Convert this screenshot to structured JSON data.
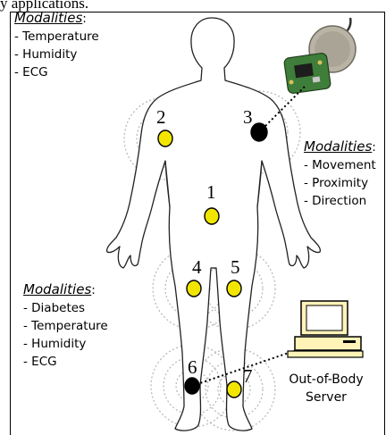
{
  "caption": "y applications.",
  "groups": {
    "head": {
      "title": "Modalities",
      "colon": ":",
      "items": [
        "- Temperature",
        "- Humidity",
        "- ECG"
      ]
    },
    "arm": {
      "title": "Modalities",
      "colon": ":",
      "items": [
        "- Movement",
        "- Proximity",
        "- Direction"
      ]
    },
    "leg": {
      "title": "Modalities",
      "colon": ":",
      "items": [
        "- Diabetes",
        "- Temperature",
        "- Humidity",
        "- ECG"
      ]
    }
  },
  "sensors": [
    {
      "label": "1",
      "color": "#f2e600"
    },
    {
      "label": "2",
      "color": "#f2e600"
    },
    {
      "label": "3",
      "color": "#000000"
    },
    {
      "label": "4",
      "color": "#f2e600"
    },
    {
      "label": "5",
      "color": "#f2e600"
    },
    {
      "label": "6",
      "color": "#000000"
    },
    {
      "label": "7",
      "color": "#f2e600"
    }
  ],
  "server": {
    "line1": "Out-of-Body",
    "line2": "Server"
  },
  "colors": {
    "sensor_yellow": "#f2e600",
    "ring_gray": "#b5b5b5",
    "computer_body": "#fff3b8"
  }
}
